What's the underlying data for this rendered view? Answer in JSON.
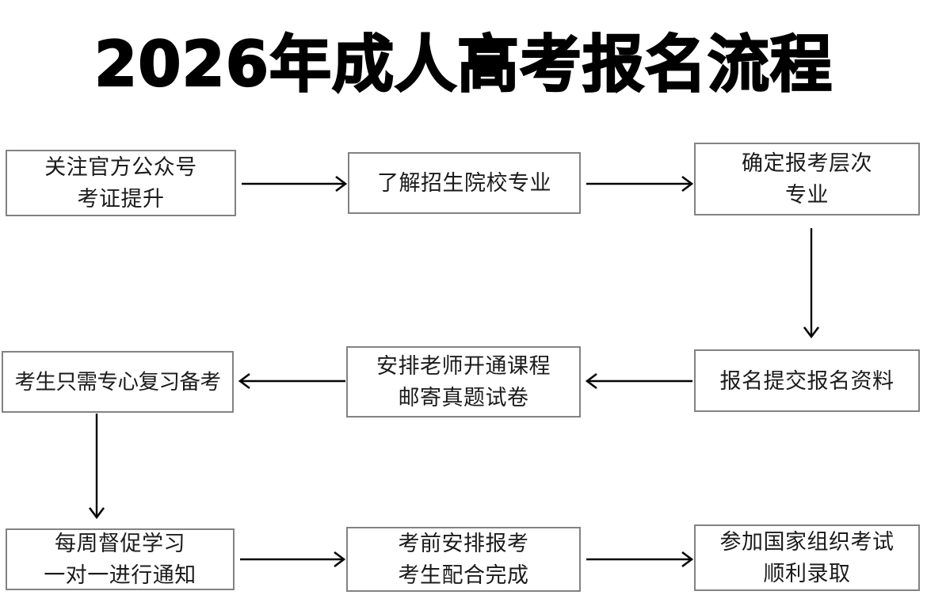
{
  "page": {
    "title": "2026年成人高考报名流程",
    "background_color": "#ffffff",
    "box_border_color": "#808386",
    "arrow_color": "#050505",
    "text_color": "#1b1b1b"
  },
  "flowchart": {
    "type": "process-flow",
    "rows": 3,
    "columns": 3,
    "nodes": [
      {
        "id": "n1",
        "row": 1,
        "col": 1,
        "lines": [
          "关注官方公众号",
          "考证提升"
        ]
      },
      {
        "id": "n2",
        "row": 1,
        "col": 2,
        "lines": [
          "了解招生院校专业"
        ]
      },
      {
        "id": "n3",
        "row": 1,
        "col": 3,
        "lines": [
          "确定报考层次",
          "专业"
        ]
      },
      {
        "id": "n4",
        "row": 2,
        "col": 1,
        "lines": [
          "考生只需专心复习备考"
        ]
      },
      {
        "id": "n5",
        "row": 2,
        "col": 2,
        "lines": [
          "安排老师开通课程",
          "邮寄真题试卷"
        ]
      },
      {
        "id": "n6",
        "row": 2,
        "col": 3,
        "lines": [
          "报名提交报名资料"
        ]
      },
      {
        "id": "n7",
        "row": 3,
        "col": 1,
        "lines": [
          "每周督促学习",
          "一对一进行通知"
        ]
      },
      {
        "id": "n8",
        "row": 3,
        "col": 2,
        "lines": [
          "考前安排报考",
          "考生配合完成"
        ]
      },
      {
        "id": "n9",
        "row": 3,
        "col": 3,
        "lines": [
          "参加国家组织考试",
          "顺利录取"
        ]
      }
    ],
    "connectors": [
      {
        "id": "a1",
        "from": "n1",
        "to": "n2",
        "direction": "right"
      },
      {
        "id": "a2",
        "from": "n2",
        "to": "n3",
        "direction": "right"
      },
      {
        "id": "a3",
        "from": "n3",
        "to": "n6",
        "direction": "down"
      },
      {
        "id": "a4",
        "from": "n6",
        "to": "n5",
        "direction": "left"
      },
      {
        "id": "a5",
        "from": "n5",
        "to": "n4",
        "direction": "left"
      },
      {
        "id": "a6",
        "from": "n4",
        "to": "n7",
        "direction": "down"
      },
      {
        "id": "a7",
        "from": "n7",
        "to": "n8",
        "direction": "right"
      },
      {
        "id": "a8",
        "from": "n8",
        "to": "n9",
        "direction": "right"
      }
    ]
  }
}
